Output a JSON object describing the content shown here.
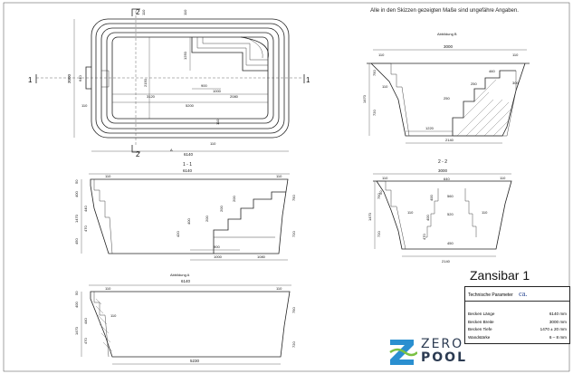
{
  "note": "Alle in den Skizzen gezeigten Maße sind ungefähre Angaben.",
  "model": "Zansibar 1",
  "table": {
    "title": "Technische Parameter",
    "ca": "ca.",
    "rows": [
      {
        "label": "Becken Länge",
        "value": "6140 mm"
      },
      {
        "label": "Becken Breite",
        "value": "3000 mm"
      },
      {
        "label": "Becken Tiefe",
        "value": "1470 ± 20 mm"
      },
      {
        "label": "Wandstärke",
        "value": "6 – 8 mm"
      }
    ]
  },
  "logo": {
    "word1": "ZERO",
    "word2": "POOL",
    "colors": [
      "#2a8fd0",
      "#7ac143",
      "#2c3b52"
    ]
  },
  "plan": {
    "sec2": "2",
    "sec1": "1",
    "ref_a": "A",
    "top_dims": [
      "110",
      "110",
      "110"
    ],
    "left_dims": [
      "3000",
      "640",
      "110"
    ],
    "inner": [
      "1250",
      "2150",
      "900",
      "1000",
      "3120",
      "2080",
      "5200",
      "110",
      "110"
    ],
    "bottom": "6140"
  },
  "fig_b": {
    "title": "Abbildung B",
    "dims": [
      "3000",
      "110",
      "110",
      "750",
      "460",
      "250",
      "720",
      "250",
      "1470",
      "1220",
      "2140",
      "110",
      "300"
    ]
  },
  "sec11": {
    "title": "1 - 1",
    "length": "6140",
    "dims": [
      "110",
      "110",
      "50",
      "400",
      "440",
      "470",
      "1470",
      "450",
      "200",
      "200",
      "200",
      "400",
      "750",
      "720",
      "900",
      "1000",
      "1080",
      "420"
    ]
  },
  "sec22": {
    "title": "2 - 2",
    "width": "3000",
    "dims": [
      "640",
      "110",
      "110",
      "560",
      "520",
      "450",
      "400",
      "400",
      "470",
      "750",
      "1470",
      "720",
      "2140",
      "110",
      "110",
      "50"
    ]
  },
  "fig_a": {
    "title": "Abbildung A",
    "length": "6140",
    "dims": [
      "110",
      "110",
      "110",
      "50",
      "400",
      "440",
      "470",
      "1470",
      "750",
      "720",
      "5230"
    ]
  }
}
